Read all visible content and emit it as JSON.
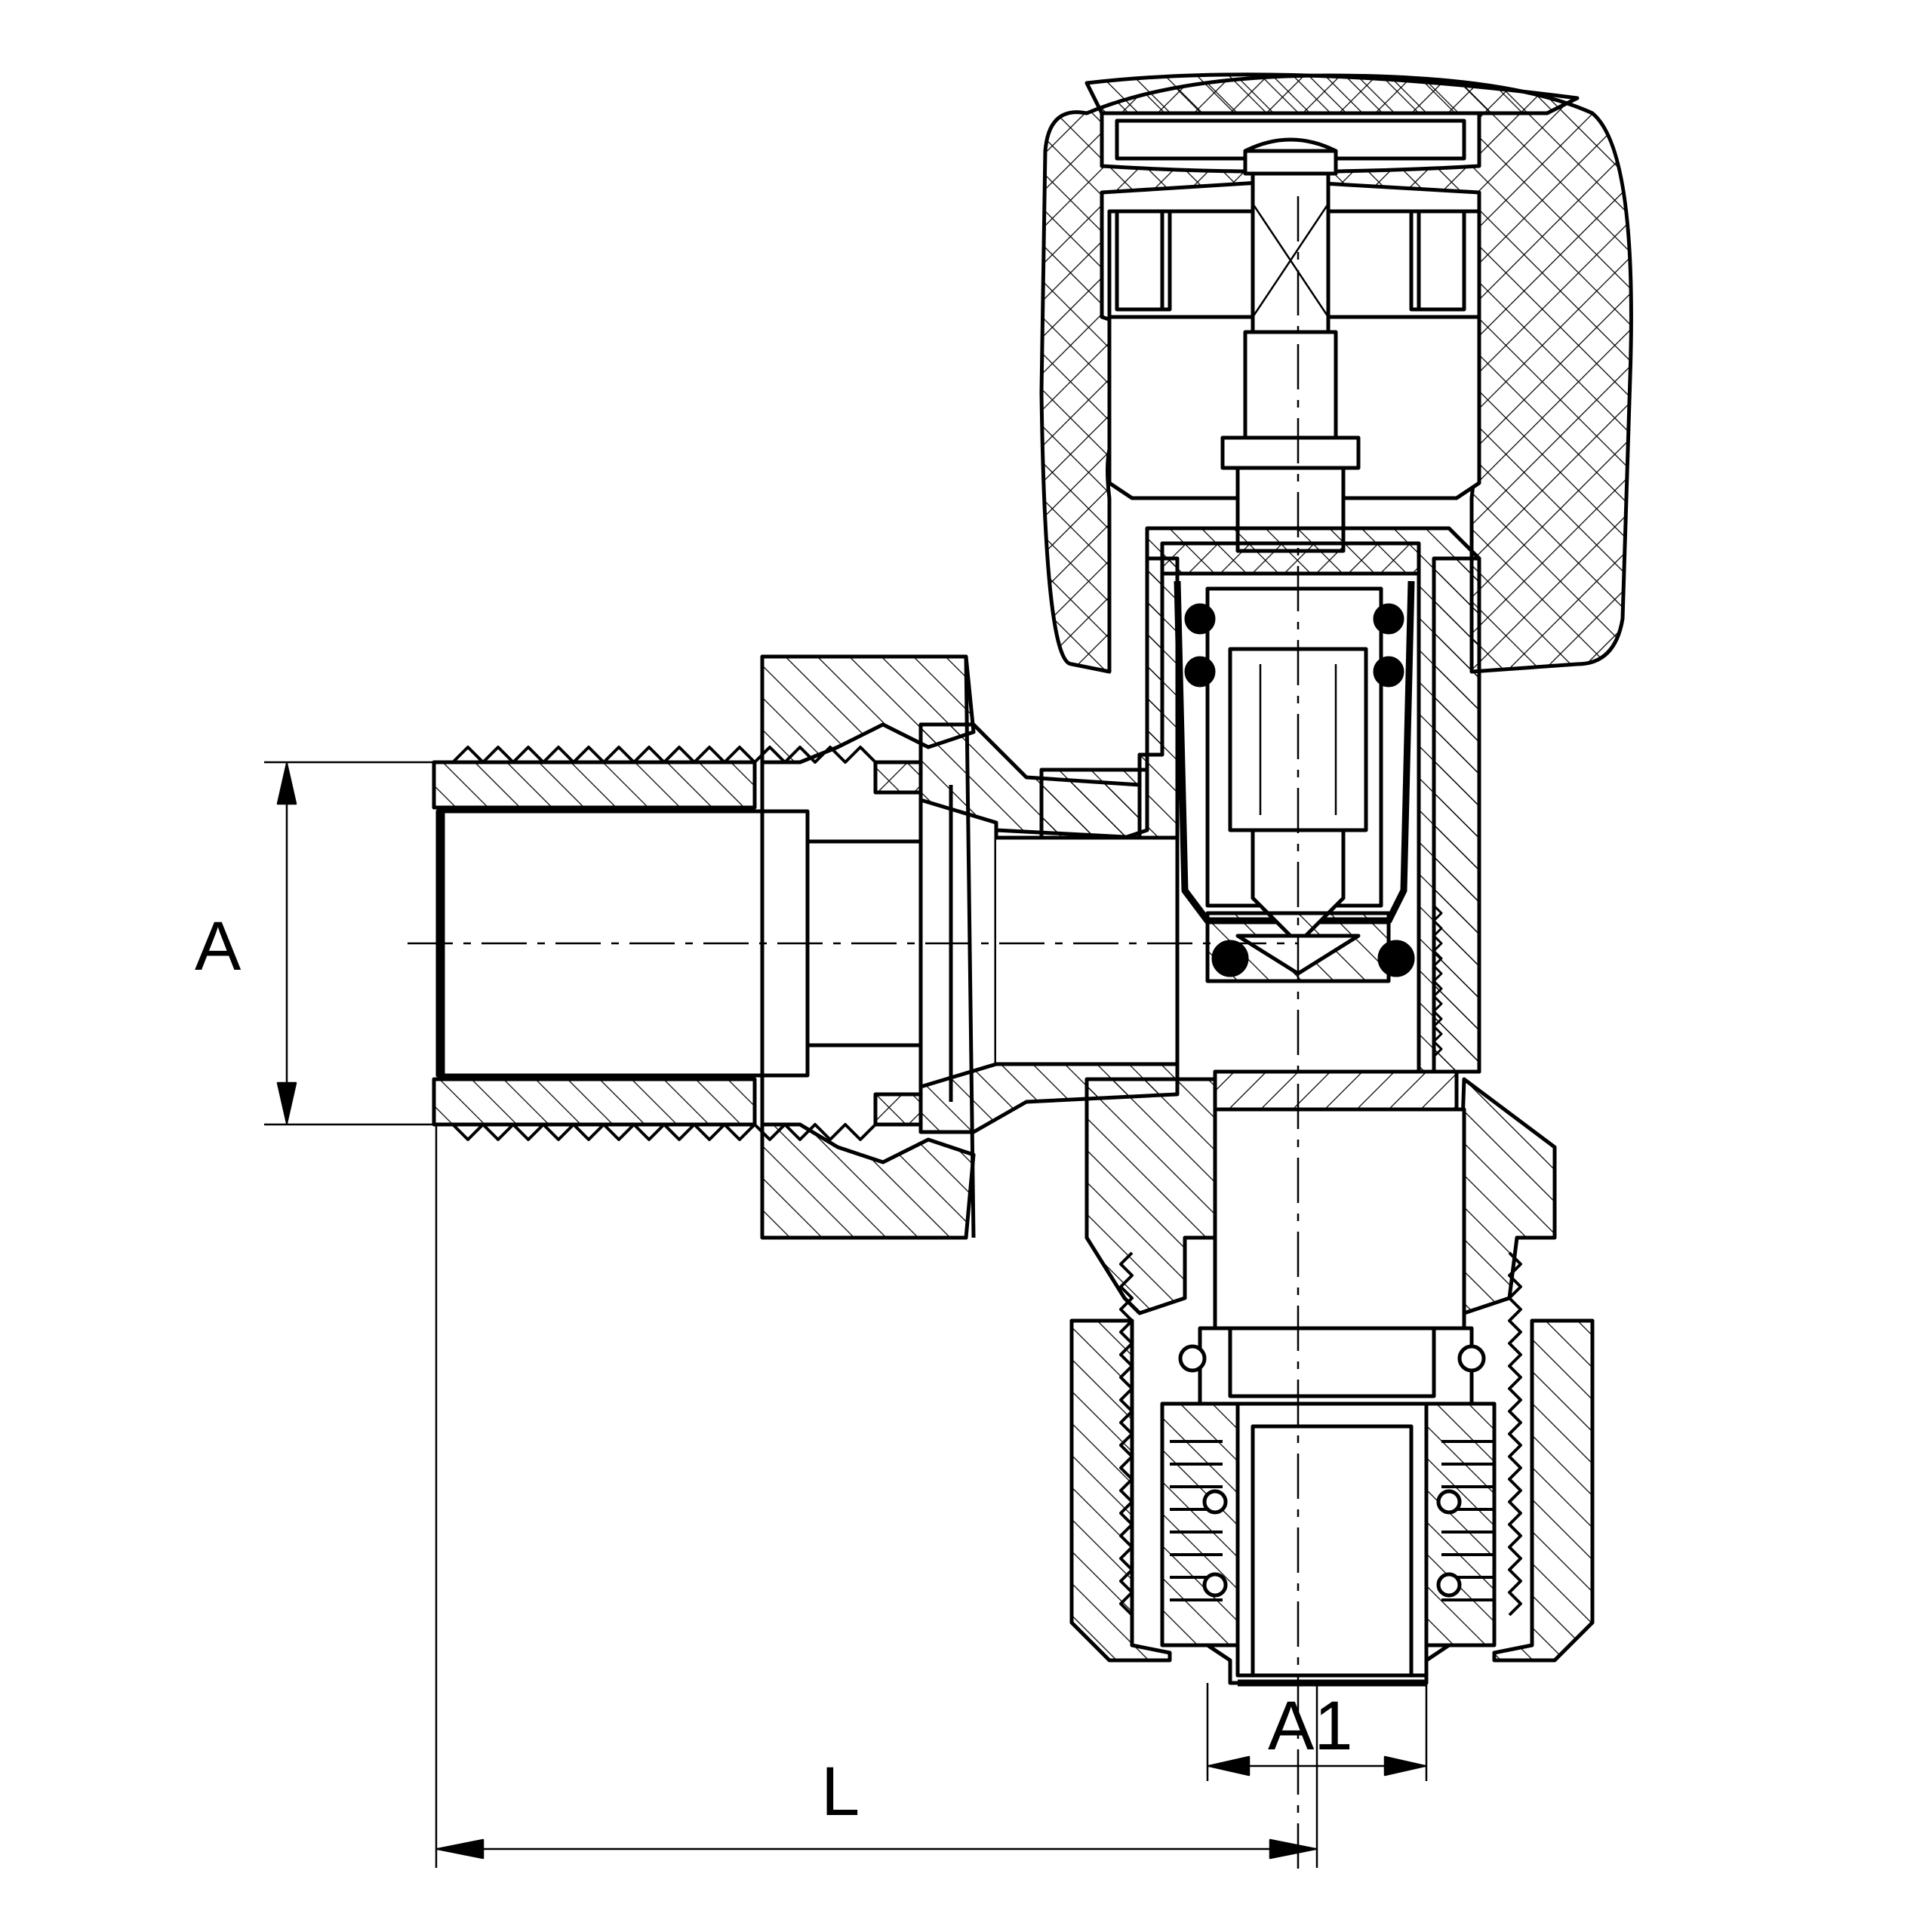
{
  "drawing": {
    "labels": {
      "a": "A",
      "a1": "A1",
      "l": "L"
    },
    "colors": {
      "line": "#000000",
      "background": "#ffffff"
    }
  }
}
